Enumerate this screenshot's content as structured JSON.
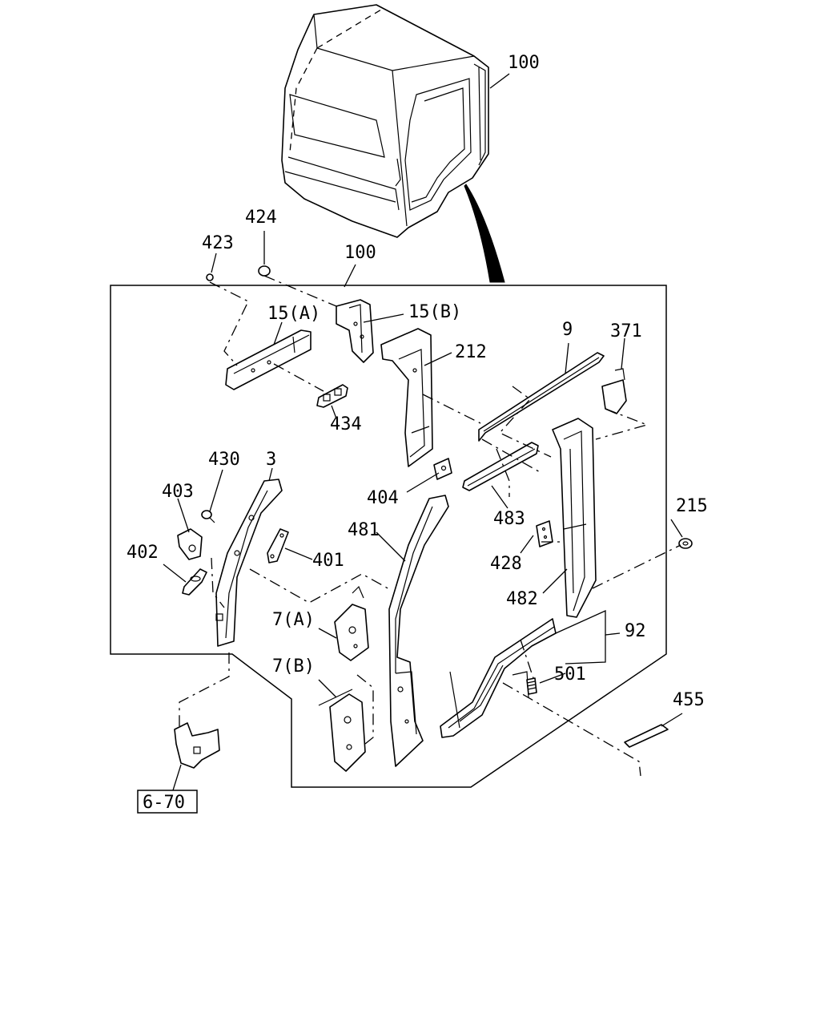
{
  "diagram": {
    "callouts": {
      "c100_top": "100",
      "c424": "424",
      "c423": "423",
      "c100_frame": "100",
      "c15a": "15(A)",
      "c15b": "15(B)",
      "c212": "212",
      "c9": "9",
      "c371": "371",
      "c434": "434",
      "c430": "430",
      "c3": "3",
      "c403": "403",
      "c404": "404",
      "c483": "483",
      "c215": "215",
      "c481": "481",
      "c402": "402",
      "c401": "401",
      "c428": "428",
      "c482": "482",
      "c92": "92",
      "c7a": "7(A)",
      "c501": "501",
      "c7b": "7(B)",
      "c455": "455"
    },
    "reference_box": "6-70"
  }
}
